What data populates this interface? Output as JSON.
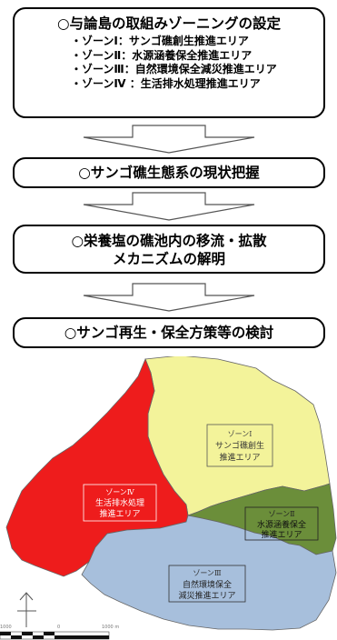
{
  "boxes": {
    "zoning": {
      "title": "○与論島の取組みゾーニングの設定",
      "zones": [
        "・ゾーンⅠ：サンゴ礁創生推進エリア",
        "・ゾーンⅡ：水源涵養保全推進エリア",
        "・ゾーンⅢ：自然環境保全減災推進エリア",
        "・ゾーンⅣ ：生活排水処理推進エリア"
      ]
    },
    "status": {
      "title": "○サンゴ礁生態系の現状把握"
    },
    "nutrients": {
      "line1": "○栄養塩の礁池内の移流・拡散",
      "line2": "メカニズムの解明"
    },
    "measures": {
      "title": "○サンゴ再生・保全方策等の検討"
    }
  },
  "map": {
    "zone1": {
      "name": "ゾーンⅠ",
      "line1": "サンゴ礁創生",
      "line2": "推進エリア",
      "color": "#f3f39a"
    },
    "zone2": {
      "name": "ゾーンⅡ",
      "line1": "水源涵養保全",
      "line2": "推進エリア",
      "color": "#6b8e3a"
    },
    "zone3": {
      "name": "ゾーンⅢ",
      "line1": "自然環境保全",
      "line2": "減災推進エリア",
      "color": "#a7bfdc"
    },
    "zone4": {
      "name": "ゾーンⅣ",
      "line1": "生活排水処理",
      "line2": "推進エリア",
      "color": "#ee1c1c"
    },
    "scale": {
      "left": "1000",
      "mid": "0",
      "right": "1000 m"
    }
  }
}
